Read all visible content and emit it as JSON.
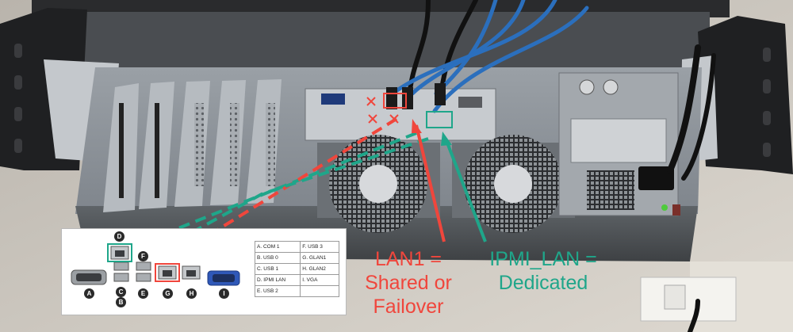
{
  "annotations": {
    "lan1": {
      "line1": "LAN1 =",
      "line2": "Shared or",
      "line3": "Failover",
      "color": "#f0463c"
    },
    "ipmi": {
      "line1": "IPMI_LAN =",
      "line2": "Dedicated",
      "color": "#1fa68a"
    }
  },
  "inset": {
    "port_letters": {
      "a": "A",
      "b": "B",
      "c": "C",
      "d": "D",
      "e": "E",
      "f": "F",
      "g": "G",
      "h": "H",
      "i": "I"
    },
    "legend": [
      [
        "A. COM 1",
        "F. USB 3"
      ],
      [
        "B. USB 0",
        "G. GLAN1"
      ],
      [
        "C. USB 1",
        "H. GLAN2"
      ],
      [
        "D. IPMI LAN",
        "I. VGA"
      ],
      [
        "E. USB 2",
        ""
      ]
    ]
  }
}
